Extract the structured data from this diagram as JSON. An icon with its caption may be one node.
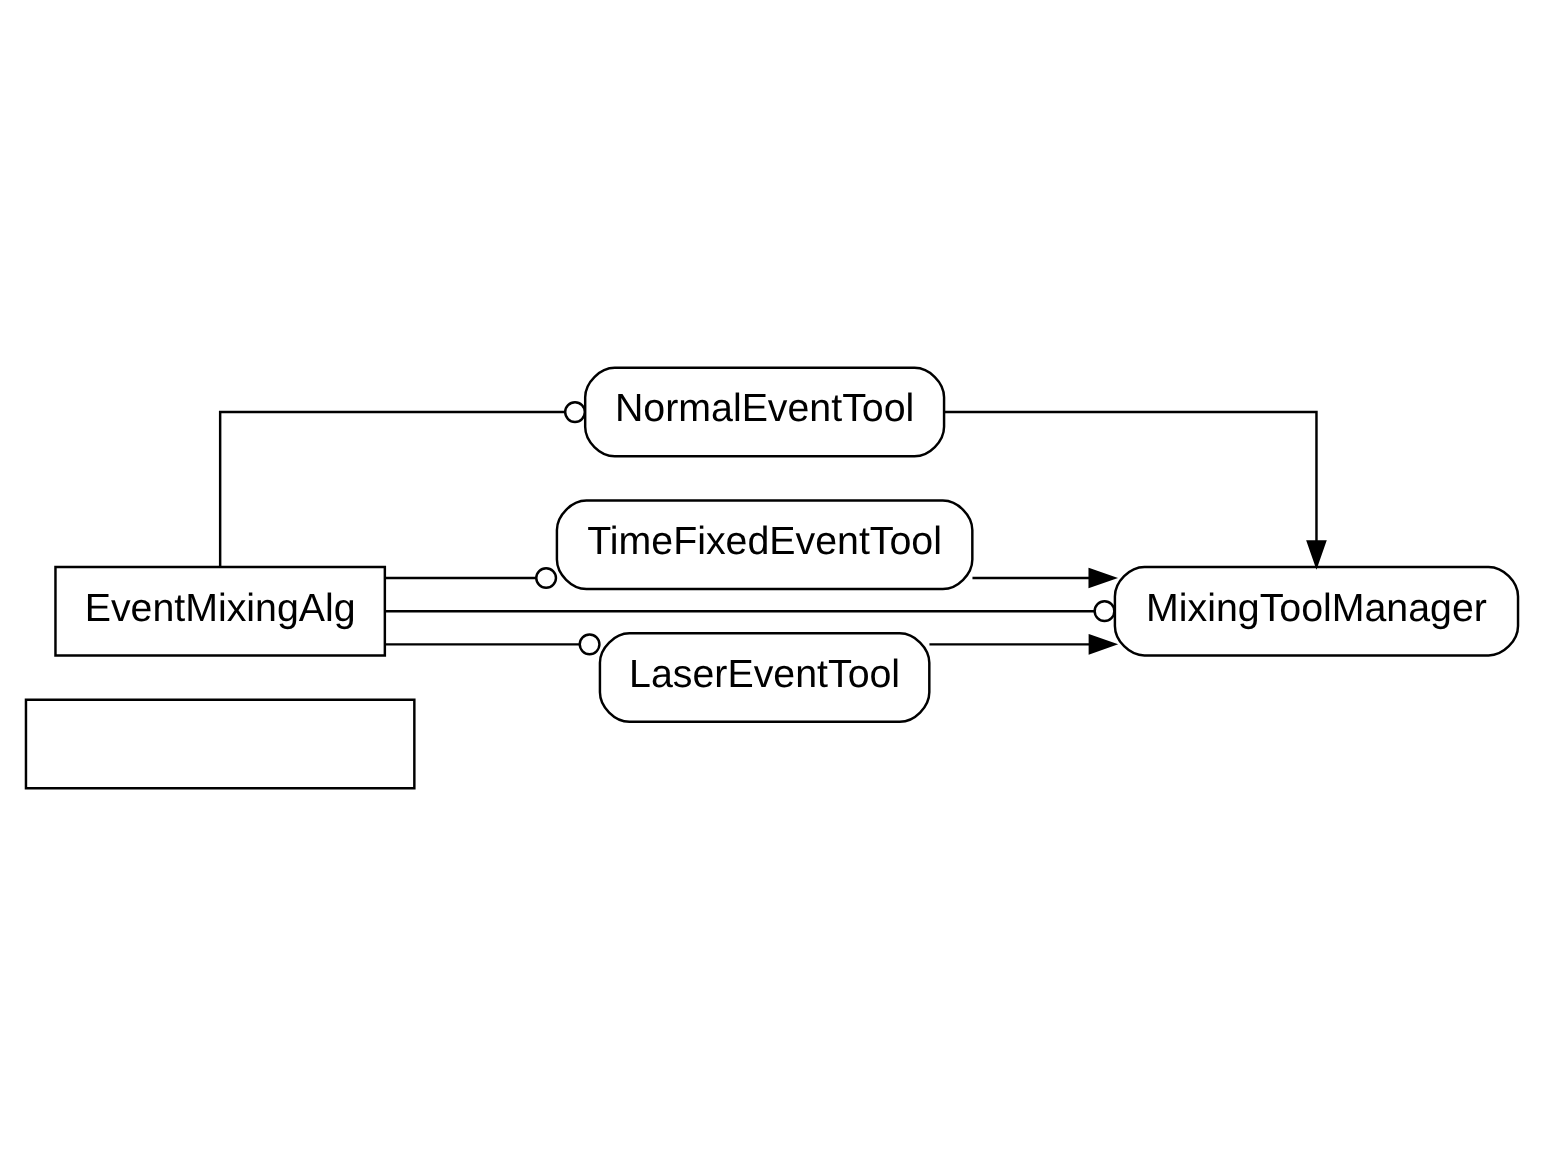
{
  "diagram": {
    "nodes": [
      {
        "text": [],
        "shape": "box"
      },
      {
        "text": [
          "EventMixingAlg"
        ]
      },
      {
        "text": [
          "NormalEventTool"
        ]
      },
      {
        "text": [
          "TimeFixedEventTool"
        ]
      },
      {
        "text": [
          "LaserEventTool"
        ]
      },
      {
        "text": [
          "MixingToolManager"
        ]
      }
    ],
    "edges": [
      {
        "from": 1,
        "to": 2,
        "arrow": "other"
      },
      {
        "from": 1,
        "to": 3,
        "arrow": "other"
      },
      {
        "from": 1,
        "to": 4,
        "arrow": "other"
      },
      {
        "from": 1,
        "to": 5,
        "arrow": "other"
      },
      {
        "from": 2,
        "to": 5,
        "arrow": "to"
      },
      {
        "from": 3,
        "to": 5,
        "arrow": "to"
      },
      {
        "from": 4,
        "to": 5,
        "arrow": "to"
      }
    ]
  }
}
